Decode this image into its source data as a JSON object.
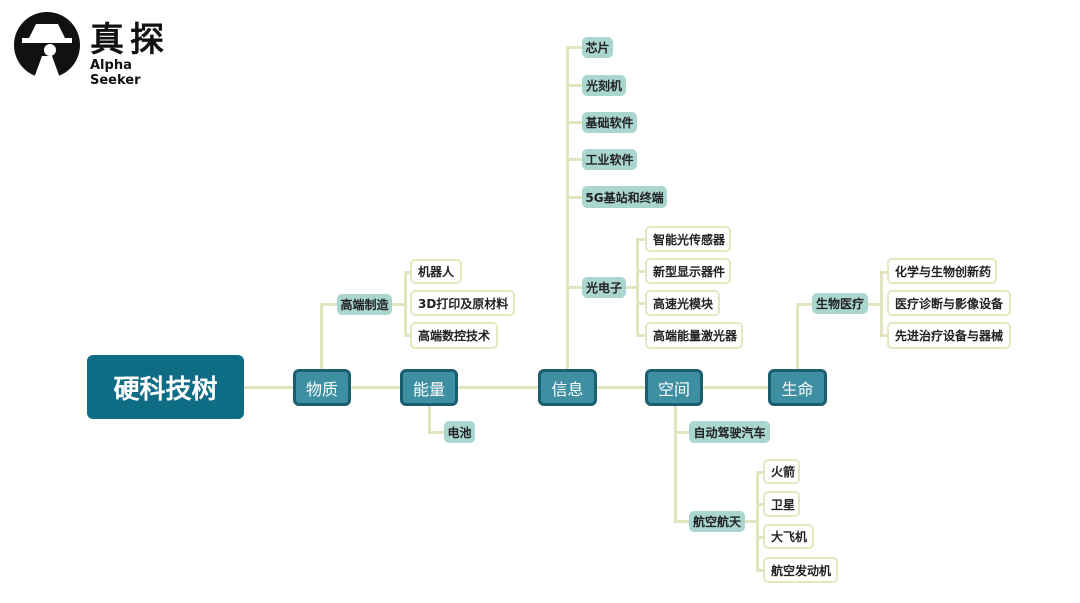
{
  "logo": {
    "title": "真探",
    "subtitle": "Alpha Seeker"
  },
  "root": "硬科技树",
  "main": [
    "物质",
    "能量",
    "信息",
    "空间",
    "生命"
  ],
  "matter": {
    "sub": "高端制造",
    "leaves": [
      "机器人",
      "3D打印及原材料",
      "高端数控技术"
    ]
  },
  "energy": {
    "sub": "电池"
  },
  "info": {
    "subs": [
      "芯片",
      "光刻机",
      "基础软件",
      "工业软件",
      "5G基站和终端"
    ],
    "opto": "光电子",
    "opto_leaves": [
      "智能光传感器",
      "新型显示器件",
      "高速光模块",
      "高端能量激光器"
    ]
  },
  "space": {
    "auto": "自动驾驶汽车",
    "aero": "航空航天",
    "aero_leaves": [
      "火箭",
      "卫星",
      "大飞机",
      "航空发动机"
    ]
  },
  "life": {
    "sub": "生物医疗",
    "leaves": [
      "化学与生物创新药",
      "医疗诊断与影像设备",
      "先进治疗设备与器械"
    ]
  }
}
